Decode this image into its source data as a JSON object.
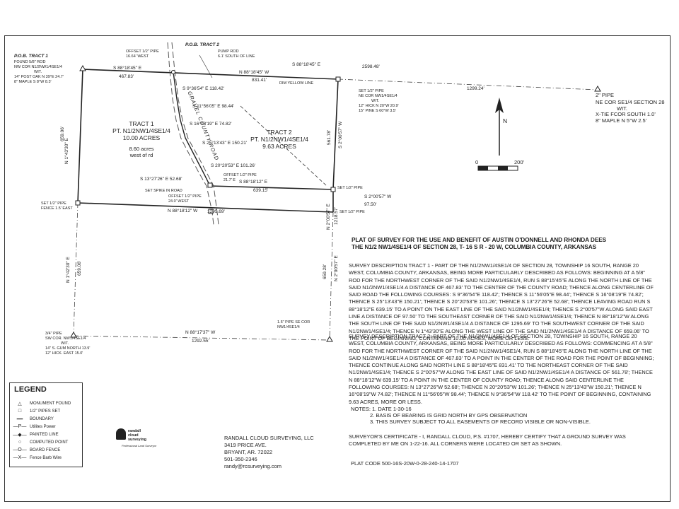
{
  "plat": {
    "pob_tract1": "P.O.B. TRACT 1",
    "pob_tract1_found": "FOUND 5/8\" ROD",
    "pob_tract1_corner": "NW COR N1/2NW1/4SE1/4",
    "pob_tract1_wit": "WIT.",
    "pob_tract1_oak": "14\" POST OAK N 39°E 24.7'",
    "pob_tract1_maple": "8\" MAPLE S 8°W 8.3'",
    "pob_tract2": "P.O.B. TRACT 2",
    "offset_pipe_top": "OFFSET 1/2\" PIPE",
    "offset_pipe_top_dist": "16.64' WEST",
    "pump_rod": "PUMP ROD",
    "pump_rod_dist": "6.1' SOUTH OF LINE",
    "north_line_1": "S 88°18'45\" E",
    "north_line_1_dist": "467.83'",
    "north_line_2": "N 88°18'45\" W",
    "north_line_2_dist": "831.41'",
    "north_line_3": "S 88°18'45\" E",
    "north_line_3_dist": "2598.48'",
    "dim_yellow_line": "DIM YELLOW LINE",
    "tie_dist": "1299.24'",
    "set_pipe_ne": "SET 1/2\" PIPE",
    "set_pipe_ne_corner": "NE COR NW1/4SE1/4",
    "set_pipe_ne_wit": "WIT.",
    "set_pipe_ne_hick": "12\" HICK N 20°W 20.9'",
    "set_pipe_ne_pine": "15\" PINE S 60°W 3.5'",
    "ne_corner_pipe": "2\" PIPE",
    "ne_corner_label": "NE COR SE1/4 SECTION 28",
    "ne_corner_wit": "WIT.",
    "ne_corner_xtie": "X-TIE FCOR SOUTH 1.0'",
    "ne_corner_maple": "8\" MAPLE N 5°W  2.5'",
    "north_arrow": "N",
    "scale_zero": "0",
    "scale_end": "200'",
    "road_label": "GRAVEL COUNTY ROAD",
    "tract1_title": "TRACT 1",
    "tract1_desc": "PT. N1/2NW1/4SE1/4",
    "tract1_acres": "10.00 ACRES",
    "tract1_west_acres": "8.60 acres",
    "tract1_west_of_rd": "west of rd",
    "tract2_title": "TRACT 2",
    "tract2_desc": "PT. N1/2NW1/4SE1/4",
    "tract2_acres": "9.63 ACRES",
    "road_c1": "S 9°36'54\" E  118.42'",
    "road_c2": "S 11°56'05\" E  98.44'",
    "road_c3": "S 16°08'19\" E  74.82'",
    "road_c4": "S 25°13'43\" E  150.21'",
    "road_c5": "S 20°20'53\" E  101.26'",
    "road_c6": "S 13°27'26\" E  52.68'",
    "west_line_top": "N 1°43'30\" E",
    "west_line_top_dist": "659.06'",
    "east_line_top_dist": "561.78'",
    "east_line_top": "S 2°00'57\" W",
    "offset_pipe_mid": "OFFSET 1/2\" PIPE",
    "offset_pipe_mid_dist": "21.7' E",
    "set_spike": "SET SPIKE IN ROAD",
    "offset_pipe_low": "OFFSET 1/2\" PIPE",
    "offset_pipe_low_dist": "24.0' WEST",
    "tract2_south": "S 88°18'12\" E",
    "tract2_south_dist": "639.15'",
    "set_pipe_e": "SET 1/2\" PIPE",
    "east_jog": "S 2°00'57\" W",
    "east_jog_dist": "97.50'",
    "set_pipe_w": "SET 1/2\" PIPE",
    "set_pipe_w_fence": "FENCE 1.5' EAST",
    "tract1_south": "N 88°18'12\" W",
    "tract1_south_dist": "1295.69'",
    "east_mid": "N 2°00'57\" E",
    "east_mid_dist": "1218.57'",
    "set_pipe_e2": "SET 1/2\" PIPE",
    "west_line_low": "N 1°42'30\" E",
    "west_line_low_dist": "659.06'",
    "east_line_low_dist": "659.28'",
    "east_line_low": "N 2°00'57\" E",
    "sw_pipe": "3/4\" PIPE",
    "sw_label": "SW COR. NW1/4SE1/4",
    "sw_wit": "WIT.",
    "sw_gum": "14\" S. GUM NORTH 13.9'",
    "sw_hick": "12\" HICK. EAST 15.0'",
    "south_line": "N 88°17'37\" W",
    "south_line_dist": "1292.55'",
    "se_pipe": "1.5\" PIPE SE COR",
    "se_label": "NW1/4SE1/4"
  },
  "title_block": {
    "line1": "PLAT OF SURVEY FOR THE USE AND BENEFIT OF AUSTIN O'DONNELL AND RHONDA DEES",
    "line2": "THE N1/2 NW1/4SE1/4 OF SECTION 28, T- 16 S  R - 20 W, COLUMBIA COUNTY, ARKANSAS"
  },
  "description1": "SURVEY DESCRIPTION TRACT 1 - PART OF THE N1/2NW1/4SE1/4 OF SECTION 28, TOWNSHIP 16 SOUTH, RANGE 20 WEST, COLUMBIA COUNTY, ARKANSAS, BEING MORE PARTICULARLY DESCRIBED AS FOLLOWS: BEGINNING AT A 5/8\" ROD FOR THE NORTHWEST CORNER OF THE SAID N1/2NW1/4SE1/4, RUN S 88°15'45\"E ALONG THE NORTH LINE OF THE SAID N1/2NW1/4SE1/4 A DISTANCE OF 467.83' TO THE CENTER OF THE COUNTY ROAD; THENCE ALONG CENTERLINE OF SAID ROAD THE FOLLOWING COURSES: S 9°36'54\"E 118.42'; THENCE S 11°56'05\"E 98.44'; THENCE S 16°08'19\"E 74.82'; THENCE S 25°13'43\"E 150.21'; THENCE S 20°20'53\"E 101.26'; THENCE S 13°27'26\"E 52.68'; THENCE LEAVING ROAD RUN S 88°18'12\"E 639.15' TO A POINT ON THE EAST LINE OF THE SAID N1/2NW1/4SE1/4; THENCE S 2°00'57\"W ALONG SAID EAST LINE A DISTANCE OF 97.50' TO THE SOUTHEAST CORNER OF THE SAID N1/2NW1/4SE1/4; THENCE N 88°18'12\"W ALONG THE SOUTH LINE OF THE SAID N1/2NW1/4SE1/4 A DISTANCE OF 1295.69' TO THE SOUTHWEST CORNER OF THE SAID N1/2NW1/4SE1/4; THENCE N 1°43'30\"E ALONG THE WEST LINE OF THE SAID N1/2NW1/4SE1/4 A DISTANCE OF 659.06' TO THE POINT OF BEGINNING, CONTAINING 10.00 ACRES, MORE OR LESS.",
  "description2": "SURVEY DESCRIPTION TRACT 2: PART OF THE N1/2NW1/4SE1/4 OF SECTION 28, TOWNSHIP 16 SOUTH, RANGE 20 WEST, COLUMBIA COUNTY, ARKANSAS, BEING MORE PARTICULARLY DESCRIBED AS FOLLOWS: COMMENCING AT A 5/8\" ROD FOR THE NORTHWEST CORNER OF THE SAID N1/2NW1/4SE1/4, RUN S 88°18'45\"E ALONG THE NORTH LINE OF THE SAID N1/2NW1/4SE1/4 A DISTANCE OF 467.83' TO A POINT IN THE CENTER OF THE ROAD FOR THE POINT OF BEGINNING; THENCE CONTINUE ALONG SAID NORTH LINE S 88°18'45\"E 831.41' TO THE NORTHEAST CORNER OF THE SAID N1/2NW1/4SE1/4; THENCE S 2°00'57\"W ALONG THE EAST LINE OF SAID N1/2NW1/4SE1/4 A DISTANCE OF 561.78'; THENCE N 88°18'12\"W 639.15' TO A POINT IN THE CENTER OF COUNTY ROAD; THENCE ALONG SAID CENTERLINE THE FOLLOWING COURSES: N 13°27'26\"W 52.68'; THENCE N 20°20'53\"W 101.26'; THENCE N 25°13'43\"W 150.21'; THENCE N 16°08'19\"W 74.82'; THENCE N 11°56'05\"W 98.44'; THENCE N 9°36'54\"W 118.42' TO THE POINT OF BEGINNING, CONTAINING 9.63 ACRES, MORE OR LESS.",
  "notes": {
    "n1": "NOTES: 1. DATE 1-30-16",
    "n2": "2. BASIS OF BEARING IS GRID NORTH BY GPS OBSERVATION",
    "n3": "3. THIS SURVEY SUBJECT TO ALL EASEMENTS OF RECORD VISIBLE OR NON-VISIBLE."
  },
  "certificate": "SURVEYOR'S CERTIFICATE - I, RANDALL CLOUD, P.S. #1707, HEREBY CERTIFY THAT A GROUND SURVEY WAS COMPLETED BY ME ON 1-22-16. ALL CORNERS WERE LOCATED OR SET AS SHOWN.",
  "plat_code": "PLAT CODE 500-16S-20W-0-28-240-14-1707",
  "company": {
    "name": "RANDALL CLOUD SURVEYING, LLC",
    "address": "3419 PRICE AVE.",
    "city": "BRYANT, AR. 72022",
    "phone": "501-350-2346",
    "email": "randy@rcsurveying.com",
    "logo_text": "randall cloud surveying",
    "logo_sub": "Professional Land Surveyor"
  },
  "legend": {
    "title": "LEGEND",
    "items": [
      {
        "symbol": "△",
        "label": "MONUMENT FOUND"
      },
      {
        "symbol": "□",
        "label": "1/2\" PIPES SET"
      },
      {
        "symbol": "━━",
        "label": "BOUNDARY"
      },
      {
        "symbol": "—P—",
        "label": "Utilites Power"
      },
      {
        "symbol": "—◆—",
        "label": "PAINTED LINE"
      },
      {
        "symbol": "○",
        "label": "COMPUTED POINT"
      },
      {
        "symbol": "—O—",
        "label": "BOARD FENCE"
      },
      {
        "symbol": "—X—",
        "label": "Fence Barb Wire"
      }
    ]
  }
}
